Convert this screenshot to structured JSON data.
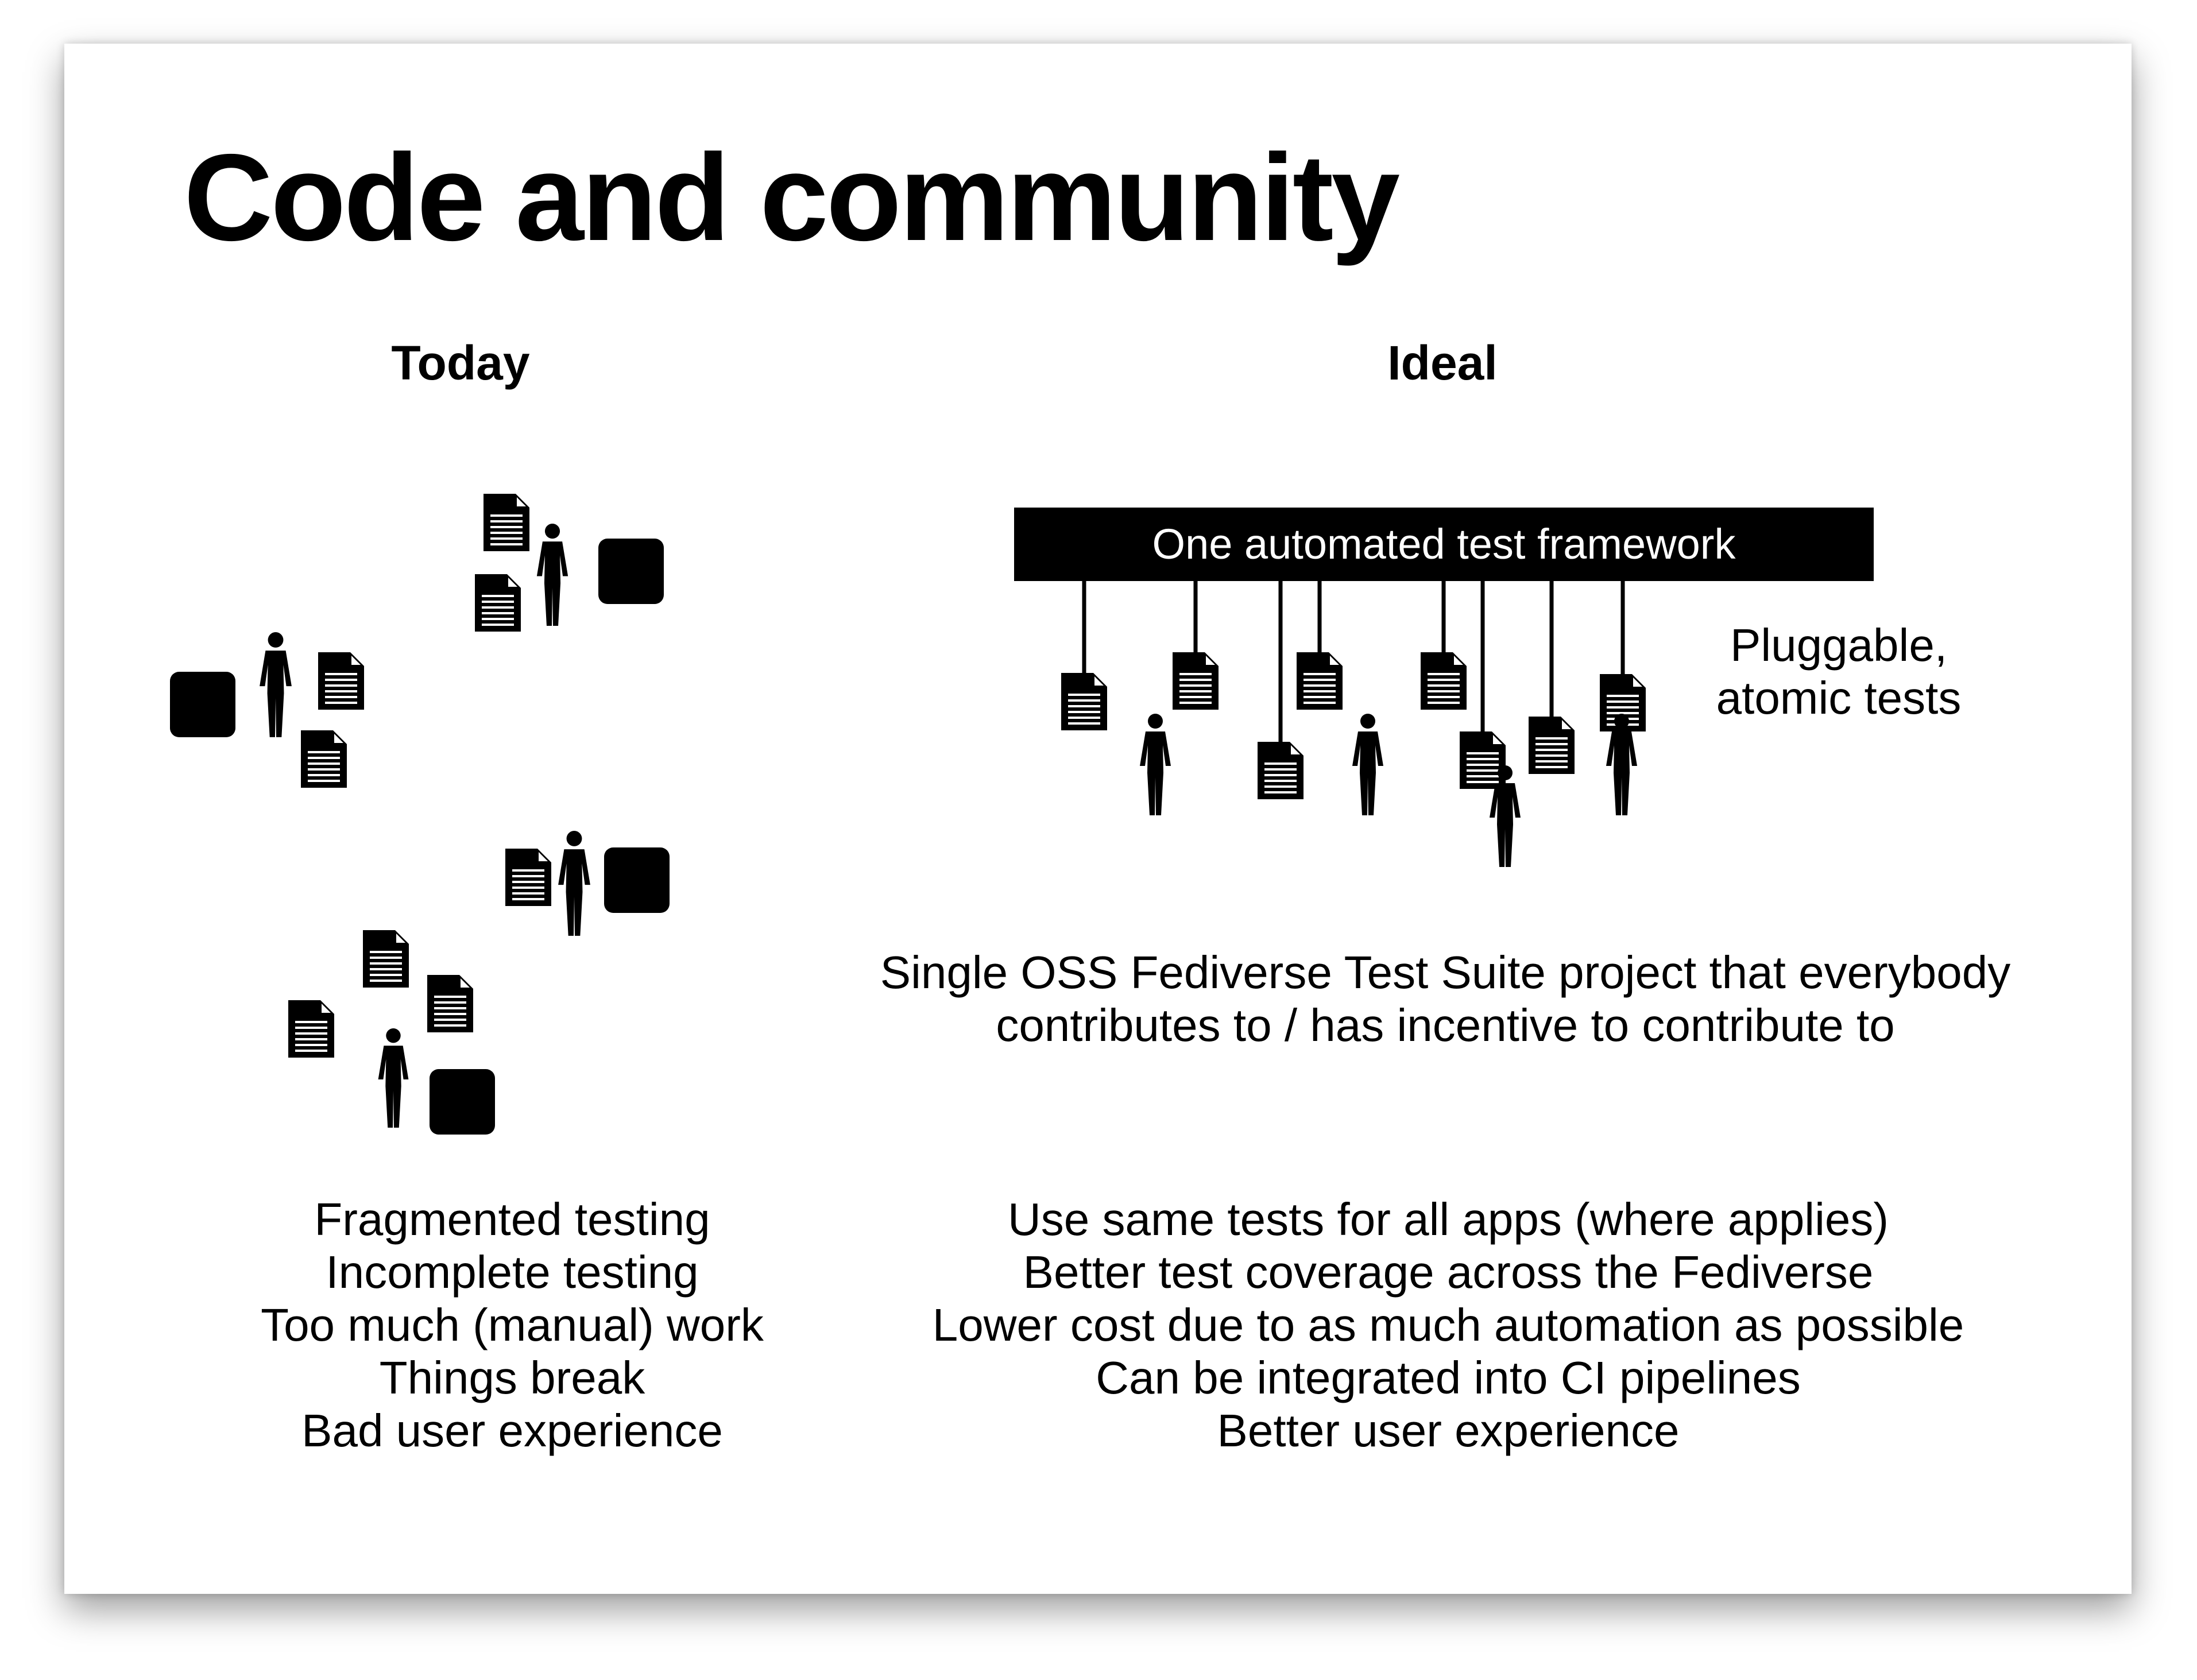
{
  "title": "Code and community",
  "columns": {
    "today": {
      "heading": "Today",
      "bullets": [
        "Fragmented testing",
        "Incomplete testing",
        "Too much (manual) work",
        "Things break",
        "Bad user experience"
      ]
    },
    "ideal": {
      "heading": "Ideal",
      "framework_label": "One automated test framework",
      "pluggable_label": [
        "Pluggable,",
        "atomic tests"
      ],
      "summary": [
        "Single OSS Fediverse Test Suite project that everybody",
        "contributes to / has incentive to contribute to"
      ],
      "bullets": [
        "Use same tests for all apps (where applies)",
        "Better test coverage across the Fediverse",
        "Lower cost due to as much automation as possible",
        "Can be integrated into CI pipelines",
        "Better user experience"
      ]
    }
  },
  "icons": [
    "document-icon",
    "person-icon",
    "app-box-icon"
  ],
  "colors": {
    "ink": "#000000",
    "background": "#ffffff"
  }
}
